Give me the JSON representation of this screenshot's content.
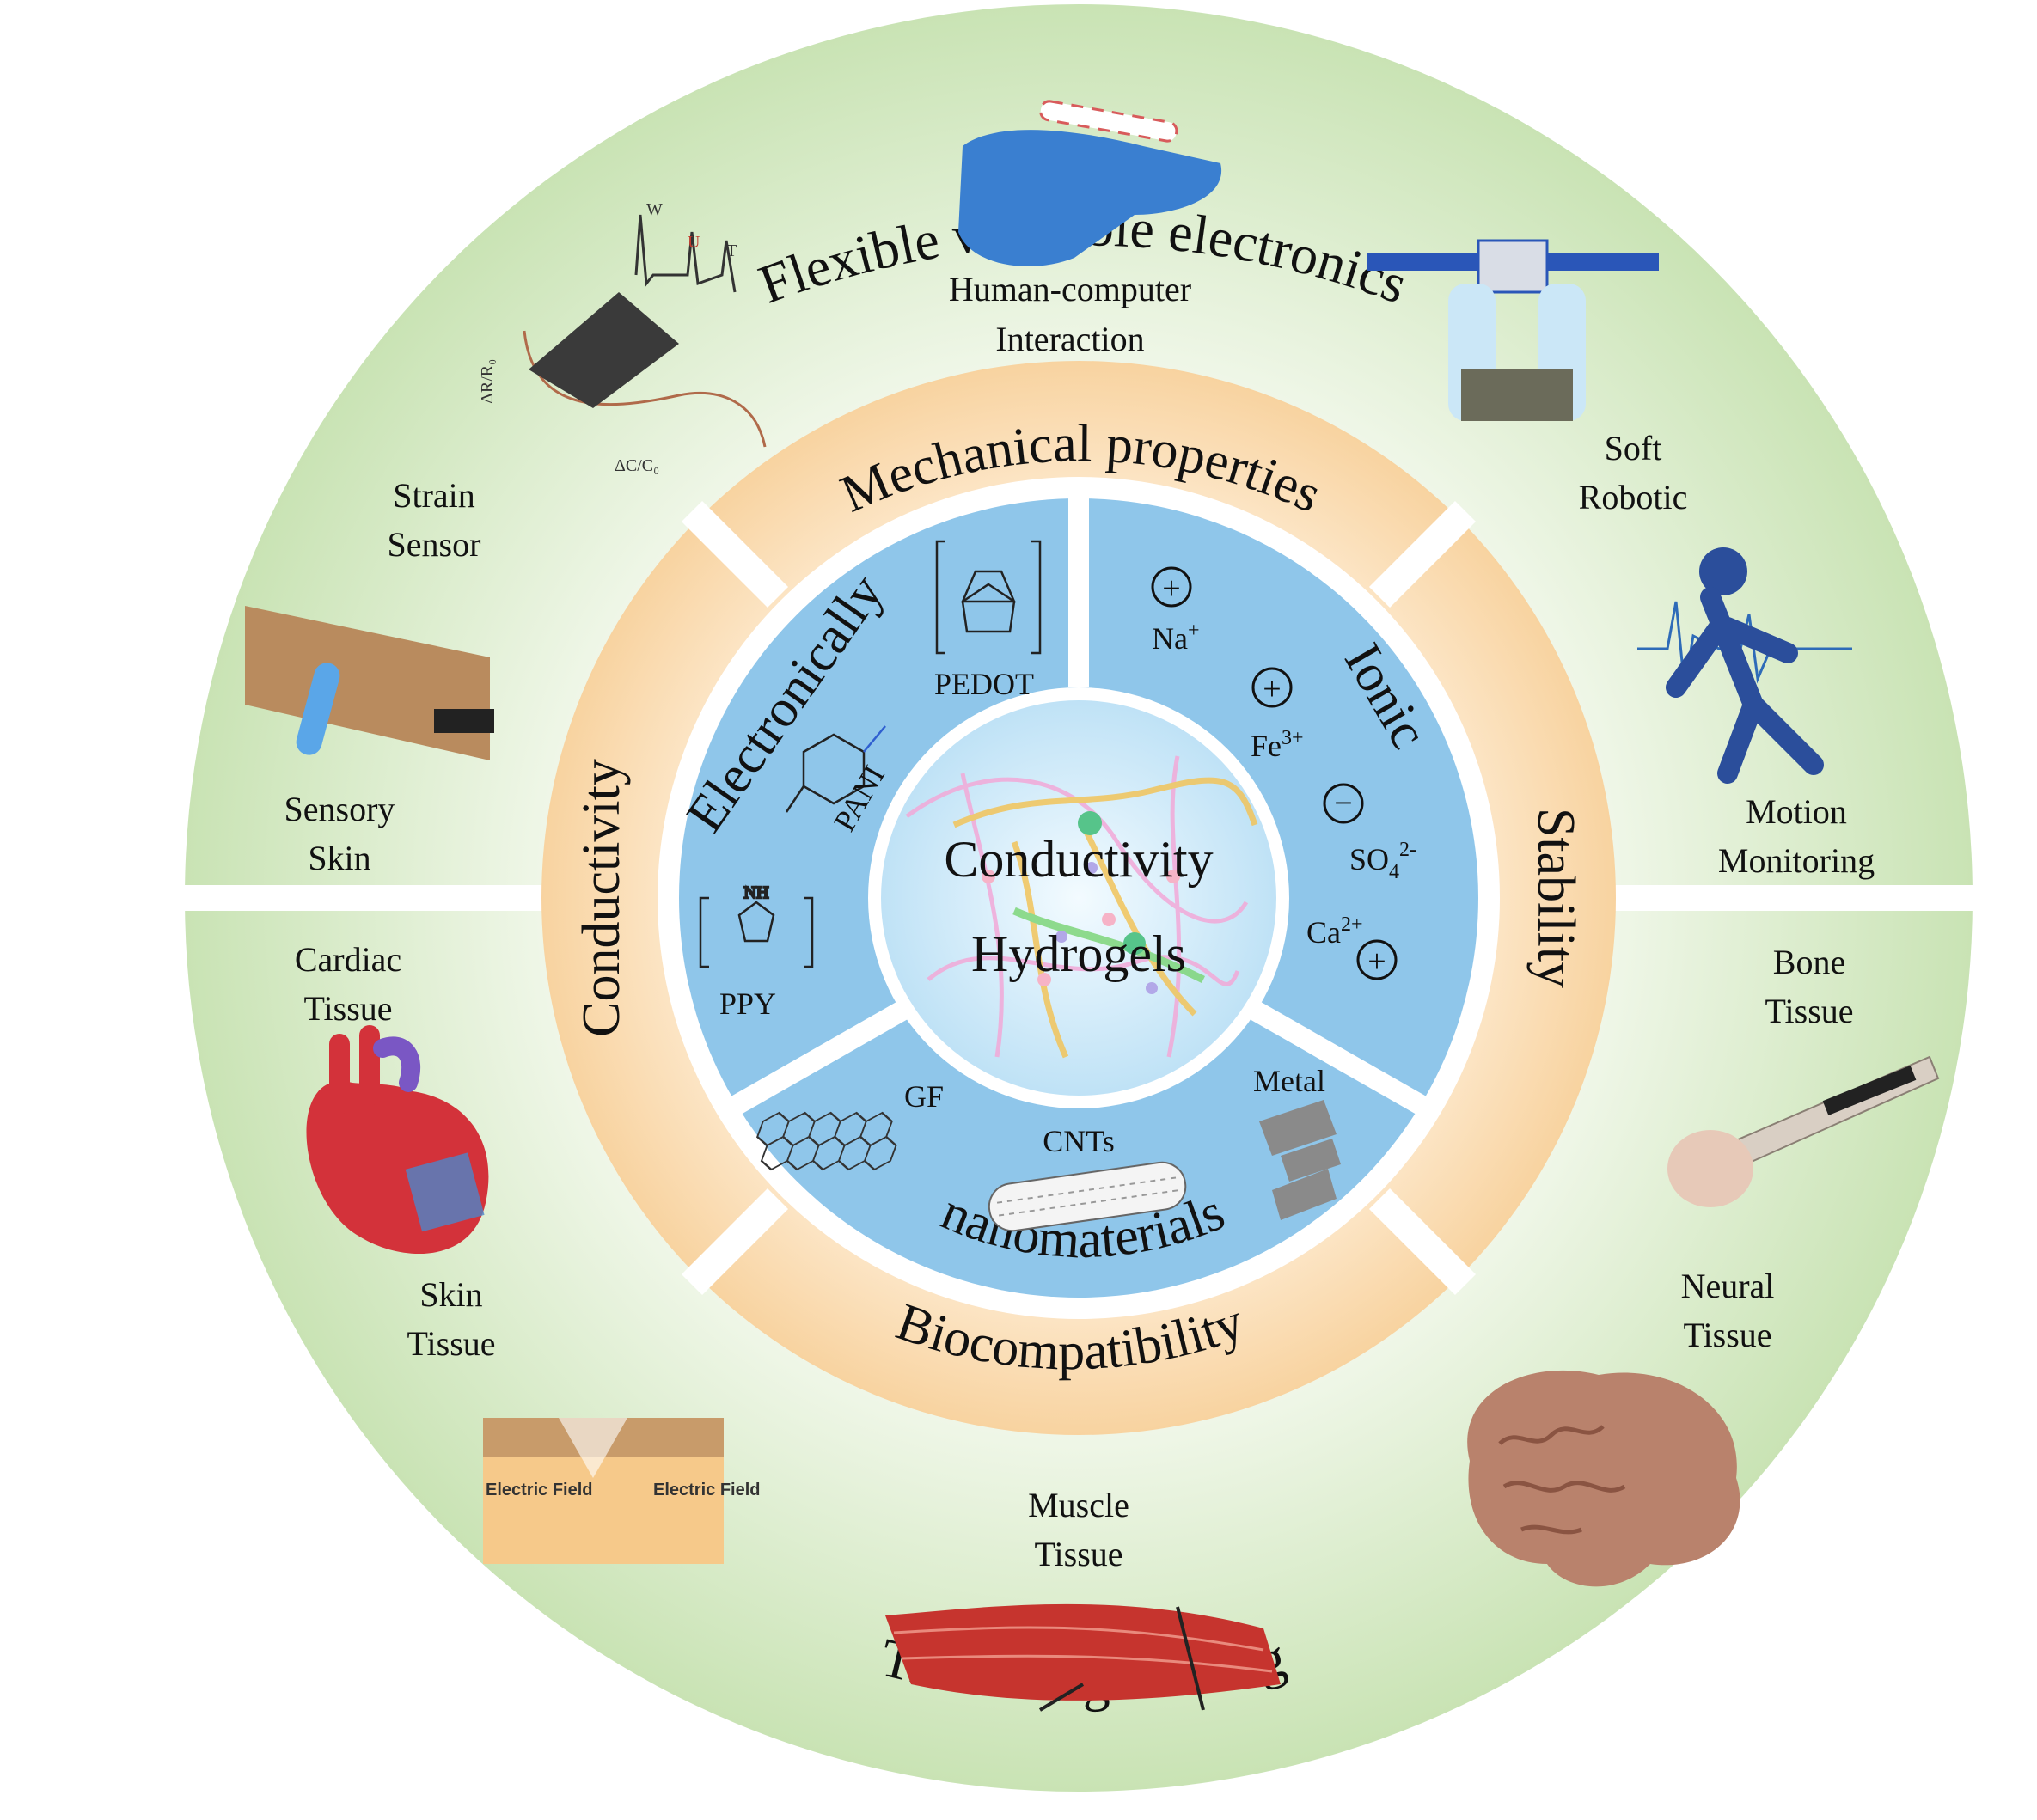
{
  "outer": {
    "top_title": "Flexible wearable electronics",
    "bottom_title": "Tissue engineering",
    "wearable_items": [
      {
        "id": "hci",
        "label1": "Human-computer",
        "label2": "Interaction"
      },
      {
        "id": "soft",
        "label1": "Soft",
        "label2": "Robotic"
      },
      {
        "id": "strain",
        "label1": "Strain",
        "label2": "Sensor"
      },
      {
        "id": "skin",
        "label1": "Sensory",
        "label2": "Skin"
      },
      {
        "id": "motion",
        "label1": "Motion",
        "label2": "Monitoring"
      }
    ],
    "tissue_items": [
      {
        "id": "cardiac",
        "label1": "Cardiac",
        "label2": "Tissue"
      },
      {
        "id": "skin",
        "label1": "Skin",
        "label2": "Tissue"
      },
      {
        "id": "muscle",
        "label1": "Muscle",
        "label2": "Tissue"
      },
      {
        "id": "bone",
        "label1": "Bone",
        "label2": "Tissue"
      },
      {
        "id": "neural",
        "label1": "Neural",
        "label2": "Tissue"
      }
    ],
    "strain_graph": {
      "w": "W",
      "u": "U",
      "t": "T",
      "yaxis": "ΔR/R₀",
      "xaxis": "ΔC/C₀"
    },
    "skin_tissue_figure": {
      "left": "Electric Field",
      "right": "Electric Field"
    }
  },
  "properties": {
    "top": "Mechanical properties",
    "left": "Conductivity",
    "right": "Stability",
    "bottom": "Biocompatibility"
  },
  "inner": {
    "electronically": {
      "title": "Electronically",
      "materials": [
        {
          "id": "pedot",
          "label": "PEDOT"
        },
        {
          "id": "pani",
          "label": "PANI"
        },
        {
          "id": "ppy",
          "label": "PPY"
        }
      ]
    },
    "ionic": {
      "title": "Ionic",
      "ions": [
        {
          "id": "na",
          "base": "Na",
          "sup": "+",
          "sign": "plus"
        },
        {
          "id": "fe",
          "base": "Fe",
          "sup": "3+",
          "sign": "plus"
        },
        {
          "id": "so4",
          "base": "SO",
          "sub": "4",
          "sup": "2-",
          "sign": "minus"
        },
        {
          "id": "ca",
          "base": "Ca",
          "sup": "2+",
          "sign": "plus"
        }
      ]
    },
    "nano": {
      "title": "nanomaterials",
      "materials": [
        {
          "id": "gf",
          "label": "GF"
        },
        {
          "id": "cnts",
          "label": "CNTs"
        },
        {
          "id": "metal",
          "label": "Metal"
        }
      ]
    },
    "core": {
      "line1": "Conductivity",
      "line2": "Hydrogels"
    }
  },
  "colors": {
    "outer_ring": "#c9e3b4",
    "outer_ring_light": "#eef6e6",
    "property_ring": "#f9d7a8",
    "property_ring_light": "#fde9cf",
    "inner_ring": "#8fc6ea",
    "core": "#d9eefa",
    "separator": "#ffffff"
  }
}
